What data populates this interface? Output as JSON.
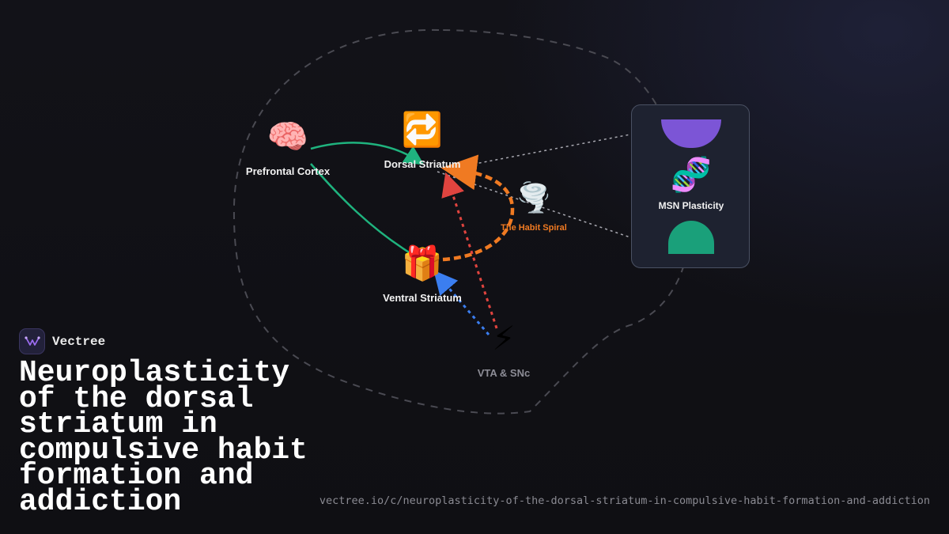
{
  "brand": {
    "name": "Vectree",
    "logo_icon": "vectree-logo-icon"
  },
  "title": "Neuroplasticity of the dorsal striatum in compulsive habit formation and addiction",
  "url": "vectree.io/c/neuroplasticity-of-the-dorsal-striatum-in-compulsive-habit-formation-and-addiction",
  "nodes": {
    "prefrontal": {
      "label": "Prefrontal Cortex",
      "icon": "🧠"
    },
    "dorsal": {
      "label": "Dorsal Striatum",
      "icon": "🔁"
    },
    "ventral": {
      "label": "Ventral Striatum",
      "icon": "🎁"
    },
    "vta": {
      "label": "VTA & SNc",
      "icon": "⚡"
    },
    "spiral": {
      "label": "The Habit Spiral",
      "icon": "🌪️"
    },
    "msn": {
      "label": "MSN Plasticity",
      "icon": "🧬"
    }
  },
  "colors": {
    "background": "#111116",
    "green_path": "#1fb37e",
    "orange_loop": "#f07a22",
    "red_path": "#e0443f",
    "blue_path": "#3b7ef0",
    "purple": "#7c55d6",
    "teal": "#1aa07a"
  }
}
